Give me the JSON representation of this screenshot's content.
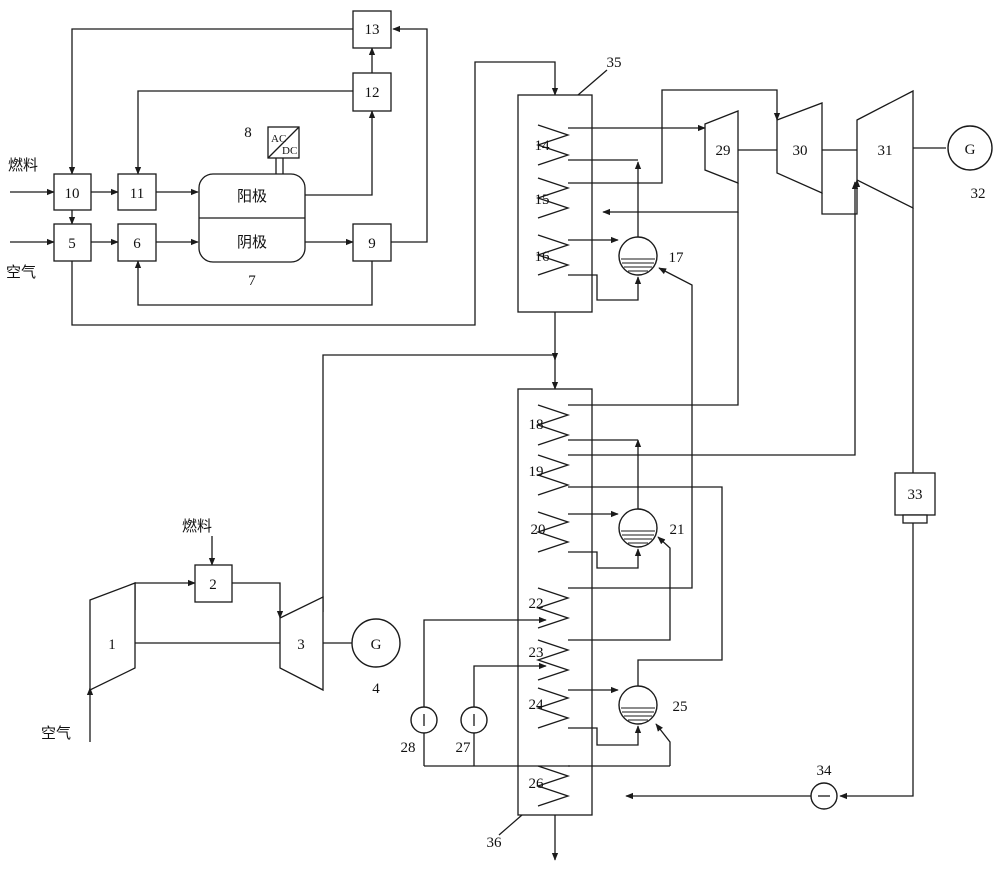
{
  "inputs": {
    "fuel": "燃料",
    "air": "空气"
  },
  "stack": {
    "anode": "阳极",
    "cathode": "阴极",
    "inverter_ac": "AC",
    "inverter_dc": "DC"
  },
  "generator_symbol": "G",
  "components": {
    "c1": "1",
    "c2": "2",
    "c3": "3",
    "c4": "4",
    "c5": "5",
    "c6": "6",
    "c7": "7",
    "c8": "8",
    "c9": "9",
    "c10": "10",
    "c11": "11",
    "c12": "12",
    "c13": "13",
    "c14": "14",
    "c15": "15",
    "c16": "16",
    "c17": "17",
    "c18": "18",
    "c19": "19",
    "c20": "20",
    "c21": "21",
    "c22": "22",
    "c23": "23",
    "c24": "24",
    "c25": "25",
    "c26": "26",
    "c27": "27",
    "c28": "28",
    "c29": "29",
    "c30": "30",
    "c31": "31",
    "c32": "32",
    "c33": "33",
    "c34": "34",
    "c35": "35",
    "c36": "36"
  }
}
